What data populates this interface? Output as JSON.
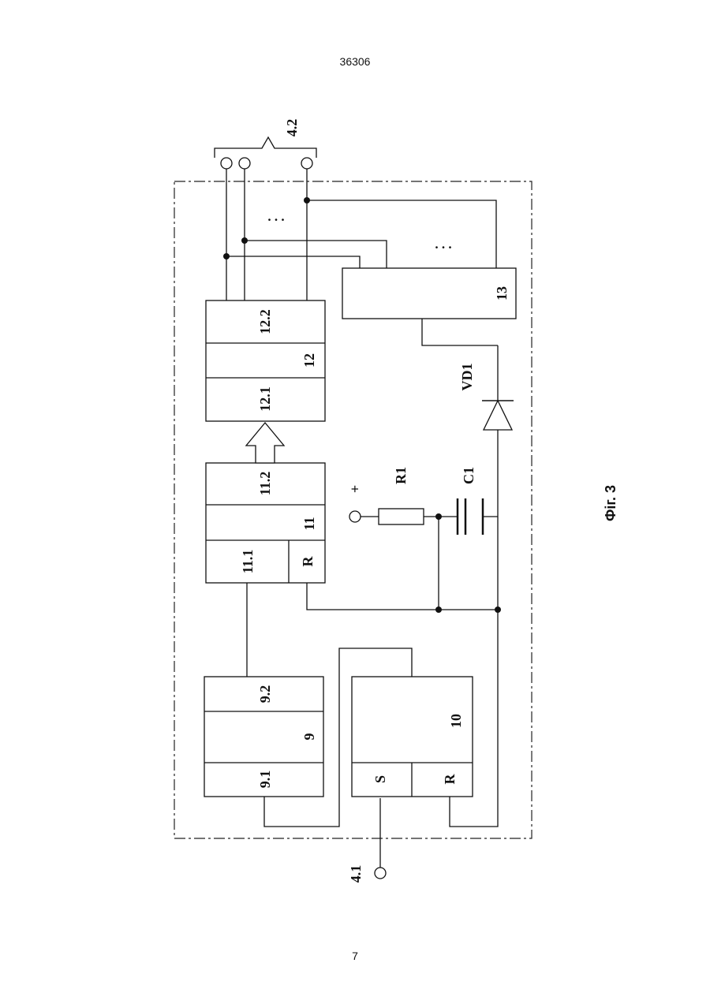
{
  "page": {
    "number_top": "36306",
    "number_bottom": "7"
  },
  "figure": {
    "caption": "Фіг. 3"
  },
  "labels": {
    "bus_out": "4.2",
    "input": "4.1",
    "block9": "9",
    "block9_1": "9.1",
    "block9_2": "9.2",
    "block10": "10",
    "block10_s": "S",
    "block10_r": "R",
    "block11": "11",
    "block11_1": "11.1",
    "block11_2": "11.2",
    "block11_r": "R",
    "block12": "12",
    "block12_1": "12.1",
    "block12_2": "12.2",
    "block13": "13",
    "resistor": "R1",
    "capacitor": "C1",
    "diode": "VD1",
    "plus": "+",
    "ellipsis_top": ". . .",
    "ellipsis_right": ". . ."
  }
}
